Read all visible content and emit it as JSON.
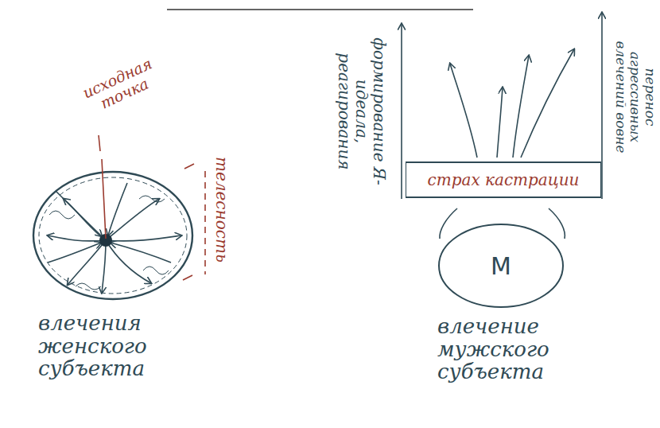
{
  "diagram": {
    "nodes": [
      {
        "text": [
          "страх кастрации"
        ]
      },
      {
        "text": [
          "M"
        ]
      }
    ],
    "labels": [
      "исходная точка",
      "телесность",
      "влечения женского субъекта",
      "формирование Я-идеала, реагирования",
      "перенос агрессивных влечений вовне",
      "влечение мужского субъекта"
    ]
  }
}
